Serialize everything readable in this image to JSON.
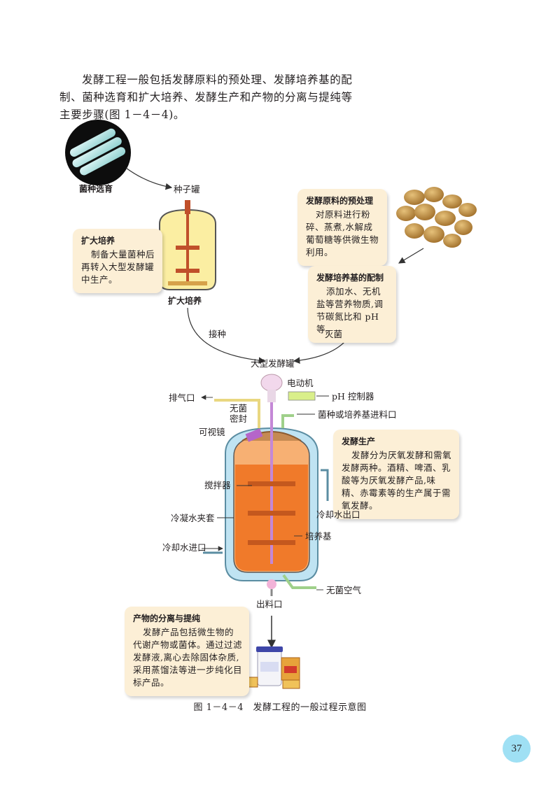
{
  "intro_text": "发酵工程一般包括发酵原料的预处理、发酵培养基的配制、菌种选育和扩大培养、发酵生产和产物的分离与提纯等主要步骤(图 1－4－4)。",
  "figure": {
    "labels": {
      "strain_selection": "菌种选育",
      "seed_tank": "种子罐",
      "expansion_caption": "扩大培养",
      "inoculation": "接种",
      "sterilization": "灭菌",
      "big_fermenter": "大型发酵罐",
      "motor": "电动机",
      "ph_controller": "pH 控制器",
      "exhaust": "排气口",
      "sterile_seal": "无菌\n密封",
      "inlet": "菌种或培养基进料口",
      "sight_glass": "可视镜",
      "stirrer": "搅拌器",
      "jacket": "冷凝水夹套",
      "cooling_out": "冷却水出口",
      "medium": "培养基",
      "cooling_in": "冷却水进口",
      "sterile_air": "无菌空气",
      "outlet": "出料口"
    },
    "boxes": {
      "expansion": {
        "title": "扩大培养",
        "body": "制备大量菌种后再转入大型发酵罐中生产。"
      },
      "pretreatment": {
        "title": "发酵原料的预处理",
        "body": "对原料进行粉碎、蒸煮,水解成葡萄糖等供微生物利用。"
      },
      "medium_prep": {
        "title": "发酵培养基的配制",
        "body": "添加水、无机盐等营养物质,调节碳氮比和 pH 等。"
      },
      "production": {
        "title": "发酵生产",
        "body": "发酵分为厌氧发酵和需氧发酵两种。酒精、啤酒、乳酸等为厌氧发酵产品,味精、赤霉素等的生产属于需氧发酵。"
      },
      "separation": {
        "title": "产物的分离与提纯",
        "body": "发酵产品包括微生物的代谢产物或菌体。通过过滤发酵液,离心去除固体杂质,采用蒸馏法等进一步纯化目标产品。"
      }
    },
    "caption": "图 1－4－4　发酵工程的一般过程示意图"
  },
  "page_number": "37",
  "colors": {
    "box_bg": "#fcefd6",
    "broth": "#f07a2a",
    "jacket": "#bfe3f2",
    "page_badge": "#9fe0f4"
  }
}
